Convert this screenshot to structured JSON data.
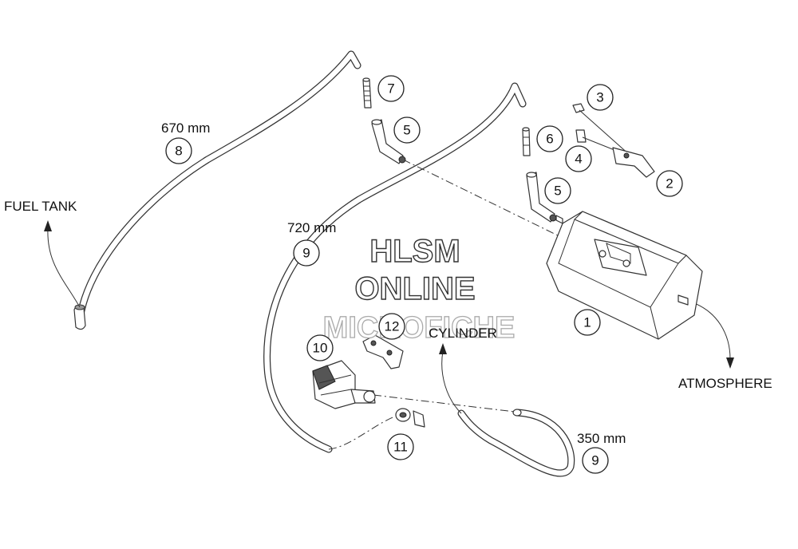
{
  "labels": {
    "fuel_tank": "FUEL TANK",
    "atmosphere": "ATMOSPHERE",
    "cylinder": "CYLINDER"
  },
  "lengths": {
    "hose_8": "670 mm",
    "hose_9_long": "720 mm",
    "hose_9_short": "350 mm"
  },
  "callouts": {
    "c1": "1",
    "c2": "2",
    "c3": "3",
    "c4": "4",
    "c5a": "5",
    "c5b": "5",
    "c6": "6",
    "c7": "7",
    "c8": "8",
    "c9a": "9",
    "c9b": "9",
    "c10": "10",
    "c11": "11",
    "c12": "12"
  },
  "watermark": {
    "line1": "HLSM",
    "line2": "ONLINE",
    "line3": "MICROFICHE"
  }
}
